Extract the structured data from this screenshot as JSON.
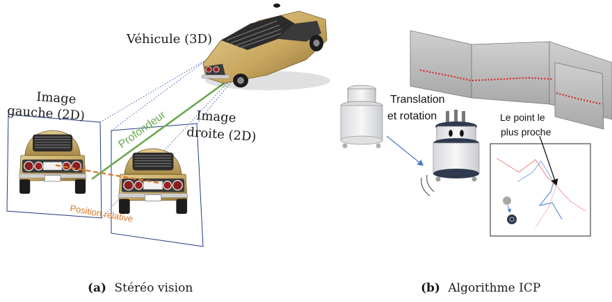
{
  "left_panel": {
    "vehicle_label": "Véhicule (3D)",
    "left_image_line1": "Image",
    "left_image_line2": "gauche (2D)",
    "right_image_line1": "Image",
    "right_image_line2": "droite (2D)",
    "depth_label": "Profondeur",
    "relative_position_label": "Position relative",
    "caption_letter": "(a)",
    "caption_text": "Stéréo vision"
  },
  "right_panel": {
    "motion_line1": "Translation",
    "motion_line2": "et rotation",
    "closest_line1": "Le point le",
    "closest_line2": "plus proche",
    "caption_letter": "(b)",
    "caption_text": "Algorithme ICP"
  },
  "colors": {
    "depth_green": "#6aa84f",
    "relative_orange": "#d9782a",
    "scan_red": "#e02020",
    "sight_blue": "#2f56b0",
    "wall_gray": "#bdbdbd"
  }
}
